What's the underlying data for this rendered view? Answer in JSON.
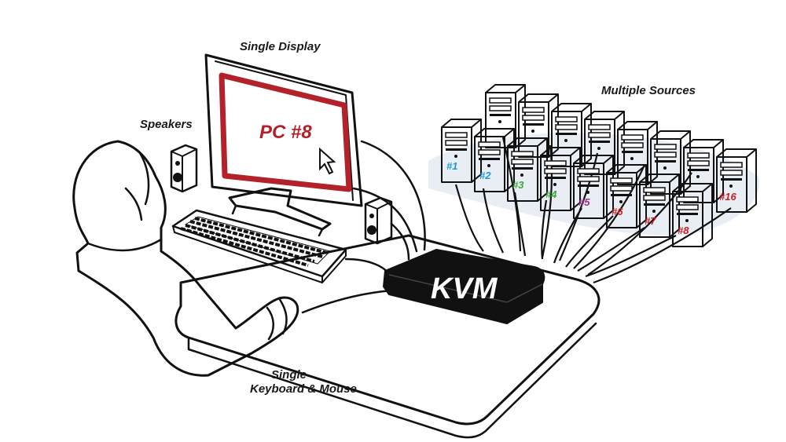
{
  "captions": {
    "single_display": "Single Display",
    "speakers": "Speakers",
    "multiple_sources": "Multiple Sources",
    "keyboard_line1": "Single",
    "keyboard_line2": "Keyboard & Mouse"
  },
  "screen": {
    "label": "PC #8"
  },
  "kvm": {
    "label": "KVM"
  },
  "colors": {
    "screen_accent": "#b3222b",
    "cyan": "#1e9ad6",
    "green": "#3aa83a",
    "purple": "#9b2d8f",
    "red": "#c8202a"
  },
  "sources": [
    {
      "label": "#1",
      "color": "#1e9ad6"
    },
    {
      "label": "#2",
      "color": "#1e9ad6"
    },
    {
      "label": "#3",
      "color": "#3aa83a"
    },
    {
      "label": "#4",
      "color": "#3aa83a"
    },
    {
      "label": "#5",
      "color": "#9b2d8f"
    },
    {
      "label": "#6",
      "color": "#c8202a"
    },
    {
      "label": "#7",
      "color": "#c8202a"
    },
    {
      "label": "#8",
      "color": "#c8202a"
    },
    {
      "label": "#16",
      "color": "#c8202a"
    }
  ]
}
